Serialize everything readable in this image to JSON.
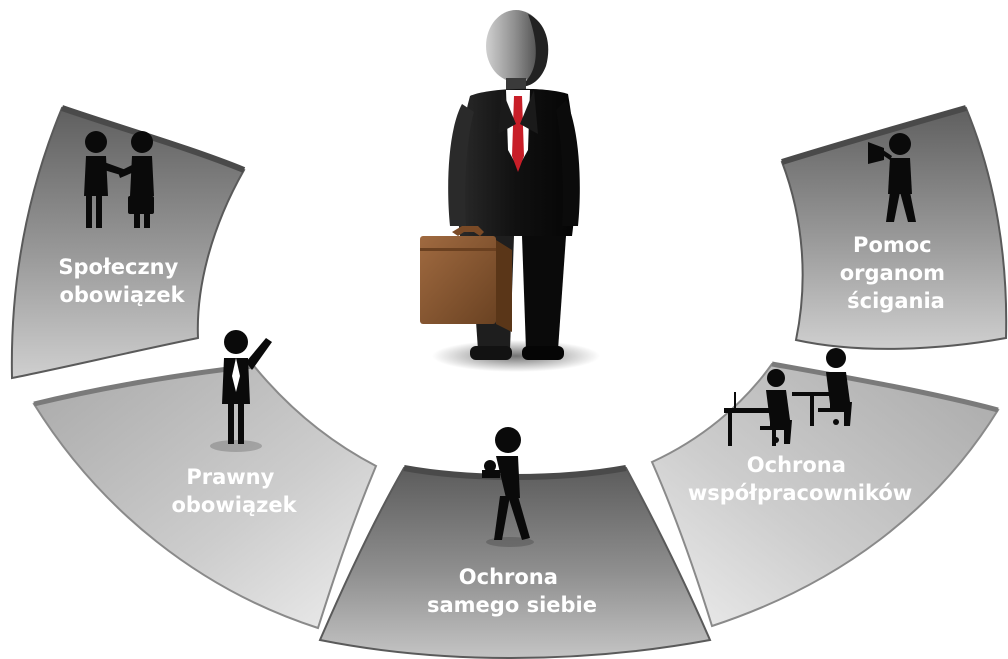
{
  "segments": [
    {
      "id": "spoleczny",
      "label_lines": [
        "Społeczny",
        "obowiązek"
      ],
      "figure": "handshake-figures-icon"
    },
    {
      "id": "prawny",
      "label_lines": [
        "Prawny",
        "obowiązek"
      ],
      "figure": "raised-hand-figure-icon"
    },
    {
      "id": "samego-siebie",
      "label_lines": [
        "Ochrona",
        "samego siebie"
      ],
      "figure": "walking-figure-icon"
    },
    {
      "id": "wspolpracownikow",
      "label_lines": [
        "Ochrona",
        "współpracowników"
      ],
      "figure": "office-workers-icon"
    },
    {
      "id": "organom",
      "label_lines": [
        "Pomoc",
        "organom",
        "ścigania"
      ],
      "figure": "megaphone-figure-icon"
    }
  ],
  "center_figure": "businessman-with-briefcase-icon",
  "colors": {
    "segment_dark": "#6e6e6e",
    "segment_light": "#d9d9d9",
    "segment_rim": "#5a5a5a",
    "figure": "#0a0a0a",
    "tie": "#c81e28",
    "briefcase": "#8a5a34",
    "label": "#ffffff"
  }
}
